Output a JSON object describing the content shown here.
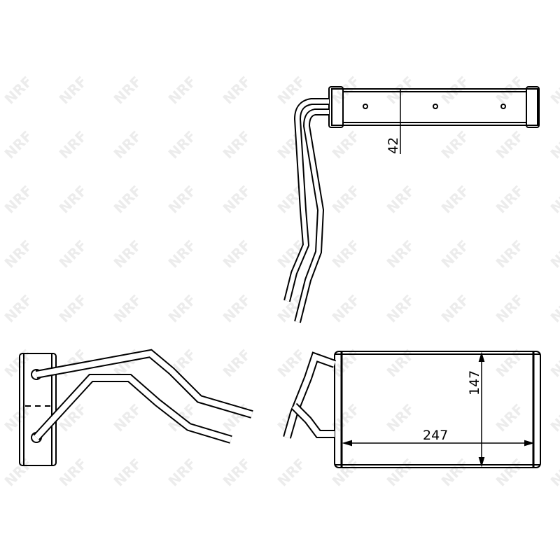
{
  "watermark": {
    "text": "NRF",
    "color": "#ececec"
  },
  "dimensions": {
    "thickness": "42",
    "height": "147",
    "width": "247"
  },
  "line_color": "#000000"
}
